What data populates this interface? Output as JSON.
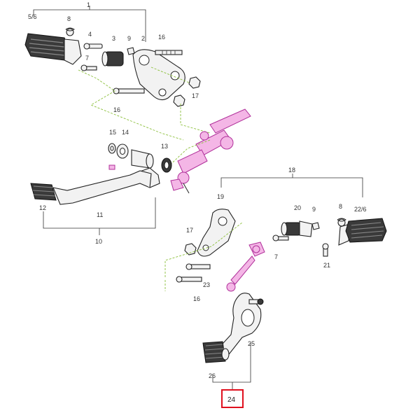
{
  "diagram": {
    "labels": {
      "l1": "1",
      "l56a": "5/6",
      "l8a": "8",
      "l4": "4",
      "l3": "3",
      "l9a": "9",
      "l2": "2",
      "l16a": "16",
      "l7a": "7",
      "l17a": "17",
      "l16b": "16",
      "l15": "15",
      "l14": "14",
      "l13": "13",
      "l12": "12",
      "l11": "11",
      "l10": "10",
      "l18": "18",
      "l19": "19",
      "l20": "20",
      "l9b": "9",
      "l8b": "8",
      "l226": "22/6",
      "l17b": "17",
      "l7b": "7",
      "l21": "21",
      "l23": "23",
      "l16c": "16",
      "l25": "25",
      "l26": "26",
      "l24": "24"
    },
    "highlight_color": "#e0101e",
    "assembly_line_color": "#8bbf3a",
    "link_color": "#f4b6e6"
  }
}
